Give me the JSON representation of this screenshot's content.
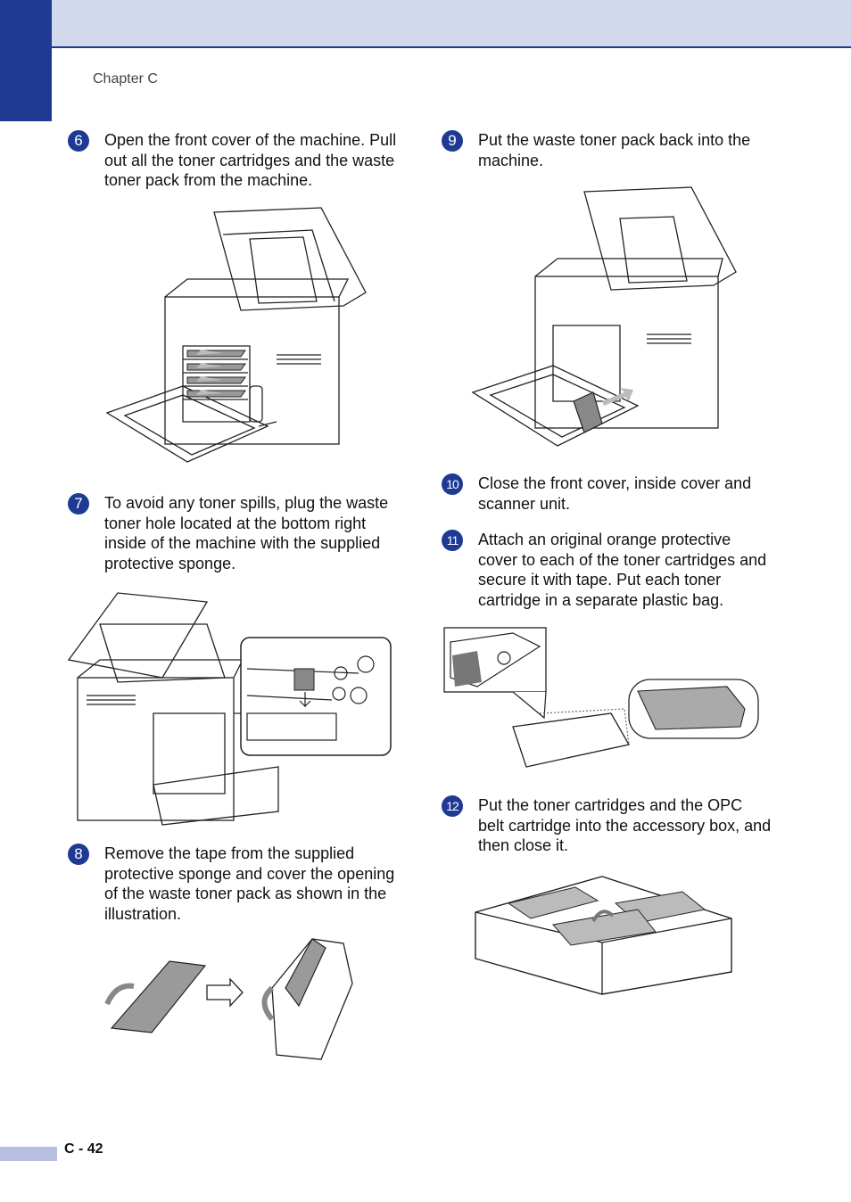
{
  "header": {
    "chapter": "Chapter C"
  },
  "steps": [
    {
      "number": "6",
      "text": "Open the front cover of the machine. Pull out all the toner cartridges and the waste toner pack from the machine."
    },
    {
      "number": "7",
      "text": "To avoid any toner spills, plug the waste toner hole located at the bottom right inside of the machine with the supplied protective sponge."
    },
    {
      "number": "8",
      "text": "Remove the tape from the supplied protective sponge and cover the opening of the waste toner pack as shown in the illustration."
    },
    {
      "number": "9",
      "text": "Put the waste toner pack back into the machine."
    },
    {
      "number": "10",
      "text": "Close the front cover, inside cover and scanner unit."
    },
    {
      "number": "11",
      "text": "Attach an original orange protective cover to each of the toner cartridges and secure it with tape. Put each toner cartridge in a separate plastic bag."
    },
    {
      "number": "12",
      "text": "Put the toner cartridges and the OPC belt cartridge into the accessory box, and then close it."
    }
  ],
  "footer": {
    "page_number": "C - 42"
  },
  "colors": {
    "accent": "#1f3a93",
    "band": "#d3d9ec"
  }
}
